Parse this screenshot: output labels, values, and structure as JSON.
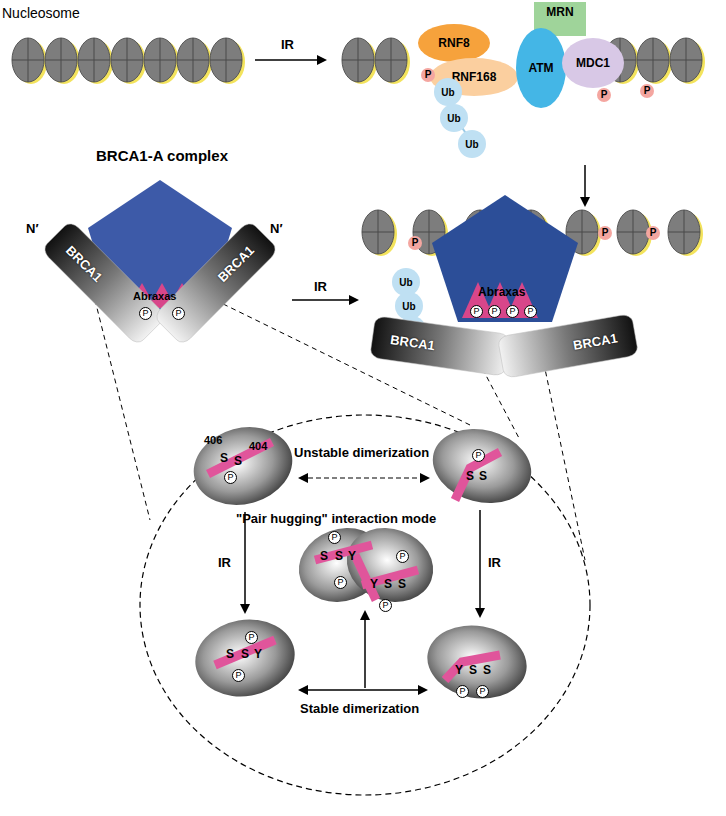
{
  "diagram": {
    "nodes": [
      {
        "text": [
          "MRN"
        ]
      },
      {
        "text": [
          "RNF8"
        ]
      },
      {
        "text": [
          "RNF168"
        ]
      },
      {
        "text": [
          "ATM"
        ]
      },
      {
        "text": [
          "MDC1"
        ]
      },
      {
        "text": [
          "Ub"
        ]
      },
      {
        "text": [
          "Ub"
        ]
      },
      {
        "text": [
          "Ub"
        ]
      },
      {
        "text": [
          "BRCA1"
        ]
      },
      {
        "text": [
          "BRCA1"
        ]
      },
      {
        "text": [
          "Ub"
        ]
      },
      {
        "text": [
          "Ub"
        ]
      },
      {
        "text": [
          "Ub"
        ]
      },
      {
        "text": [
          "BRCA1"
        ]
      },
      {
        "text": [
          "BRCA1"
        ]
      }
    ],
    "labels": [
      "Nucleosome",
      "IR",
      "P",
      "P",
      "P",
      "BRCA1-A complex",
      "N′",
      "N′",
      "Abraxas",
      "P",
      "P",
      "IR",
      "P",
      "P",
      "P",
      "Abraxas",
      "P",
      "P",
      "P",
      "P",
      "406",
      "S",
      "S",
      "404",
      "P",
      "Unstable dimerization",
      "P",
      "S",
      "S",
      "\"Pair hugging\" interaction mode",
      "P",
      "S",
      "S",
      "Y",
      "P",
      "Y",
      "S",
      "S",
      "P",
      "P",
      "IR",
      "IR",
      "P",
      "S",
      "S",
      "Y",
      "P",
      "Y",
      "S",
      "S",
      "P",
      "P",
      "Stable dimerization"
    ]
  }
}
